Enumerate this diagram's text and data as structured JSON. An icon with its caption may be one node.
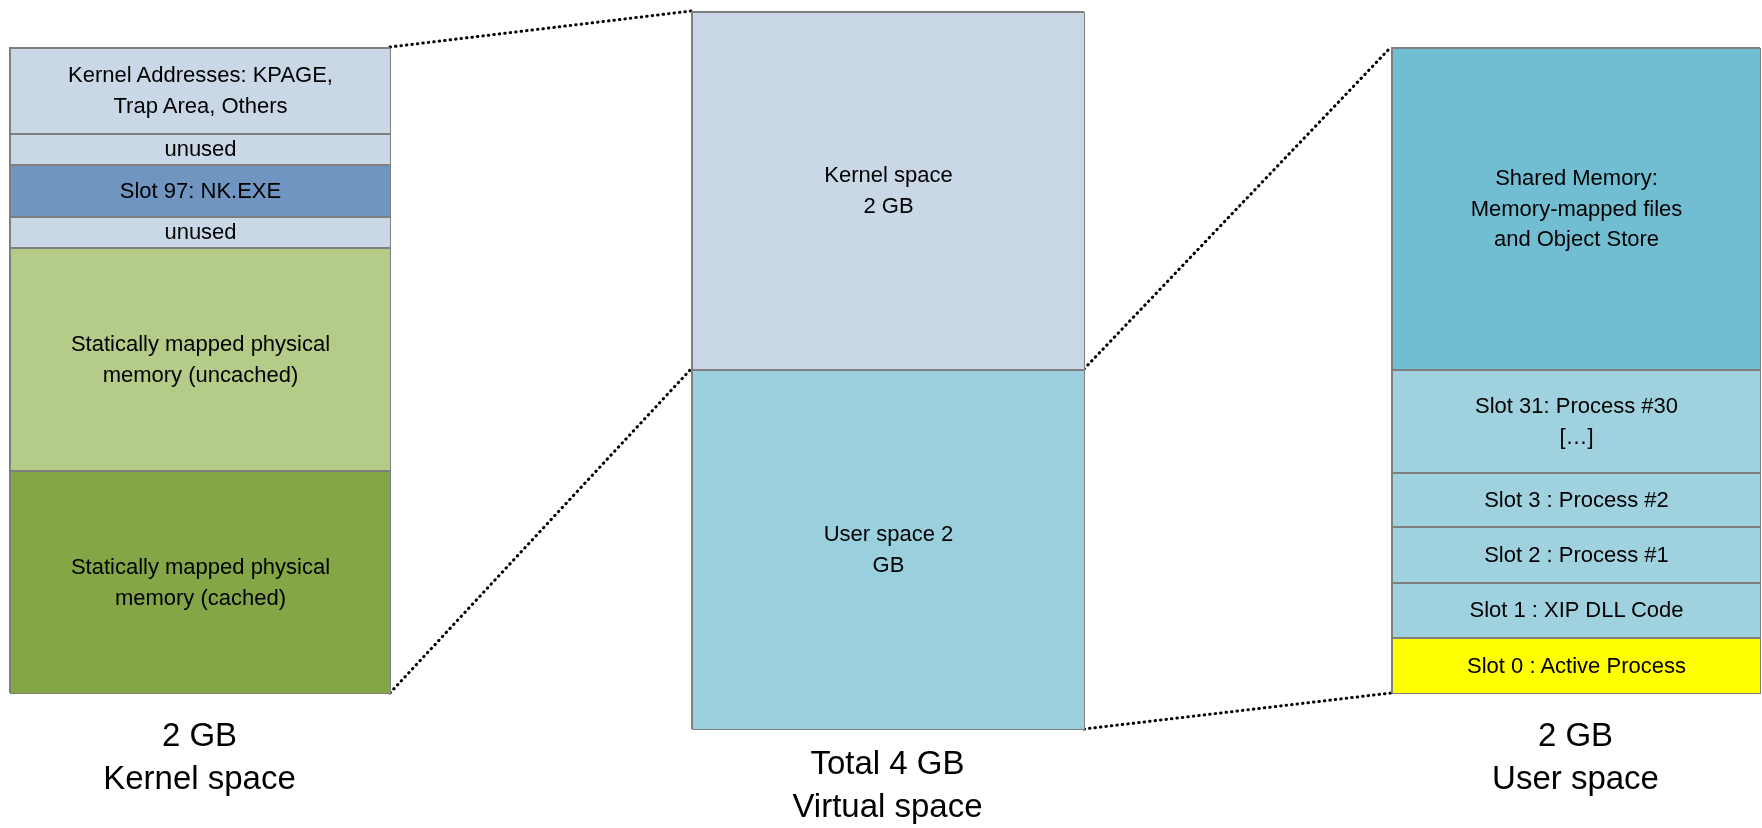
{
  "diagram": {
    "nodes": [
      {
        "text": [],
        "shape": "box",
        "beside": [
          "2 GB",
          "Kernel space"
        ]
      },
      {
        "text": [
          "Kernel Addresses: KPAGE, Trap Area, Others"
        ],
        "in": 0
      },
      {
        "text": [
          "unused"
        ],
        "in": 0
      },
      {
        "text": [
          "Slot 97: NK.EXE"
        ],
        "in": 0
      },
      {
        "text": [
          "unused"
        ],
        "in": 0
      },
      {
        "text": [
          "Statically mapped physical memory (uncached)"
        ],
        "in": 0
      },
      {
        "text": [
          "Statically mapped physical memory (cached)"
        ],
        "in": 0
      },
      {
        "text": [],
        "shape": "box",
        "beside": [
          "Total 4 GB",
          "Virtual space"
        ]
      },
      {
        "text": [
          "Kernel space 2 GB"
        ],
        "in": 7
      },
      {
        "text": [
          "User space 2 GB"
        ],
        "in": 7
      },
      {
        "text": [],
        "shape": "box",
        "beside": [
          "2 GB",
          "User space"
        ]
      },
      {
        "text": [
          "Shared Memory: Memory-mapped files and Object Store"
        ],
        "in": 10
      },
      {
        "text": [
          "Slot 31: Process #30 […]"
        ],
        "in": 10
      },
      {
        "text": [
          "Slot 3 : Process #2"
        ],
        "in": 10
      },
      {
        "text": [
          "Slot 2 : Process #1"
        ],
        "in": 10
      },
      {
        "text": [
          "Slot 1 : XIP DLL Code"
        ],
        "in": 10
      },
      {
        "text": [
          "Slot 0 : Active Process"
        ],
        "in": 10
      }
    ],
    "edges": [
      {
        "from": 0,
        "to": 8,
        "arrow": "none",
        "style": "dashed"
      },
      {
        "from": 0,
        "to": 8,
        "arrow": "none",
        "style": "dashed"
      },
      {
        "from": 9,
        "to": 10,
        "arrow": "none",
        "style": "dashed"
      },
      {
        "from": 9,
        "to": 10,
        "arrow": "none",
        "style": "dashed"
      }
    ]
  }
}
